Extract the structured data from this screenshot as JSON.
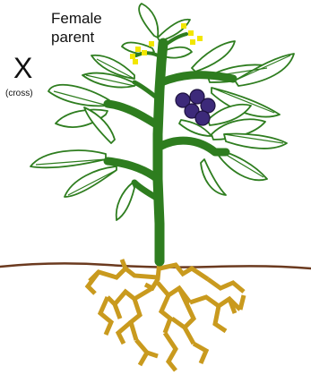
{
  "labels": {
    "parent_line_1": "Female",
    "parent_line_2": "parent",
    "cross_symbol": "X",
    "cross_caption": "(cross)"
  },
  "colors": {
    "stem": "#2e7d1f",
    "leaf_outline": "#2e7d1f",
    "leaf_fill": "#ffffff",
    "flower": "#f2e600",
    "fruit": "#3d2a7a",
    "fruit_outline": "#1e1240",
    "soil": "#6b3a1f",
    "root": "#c99a1e",
    "text": "#111111"
  },
  "icons": {
    "plant": "tomato-plant-icon",
    "flowers": "flower-cluster-icon",
    "fruits": "berry-cluster-icon",
    "roots": "root-system-icon"
  }
}
